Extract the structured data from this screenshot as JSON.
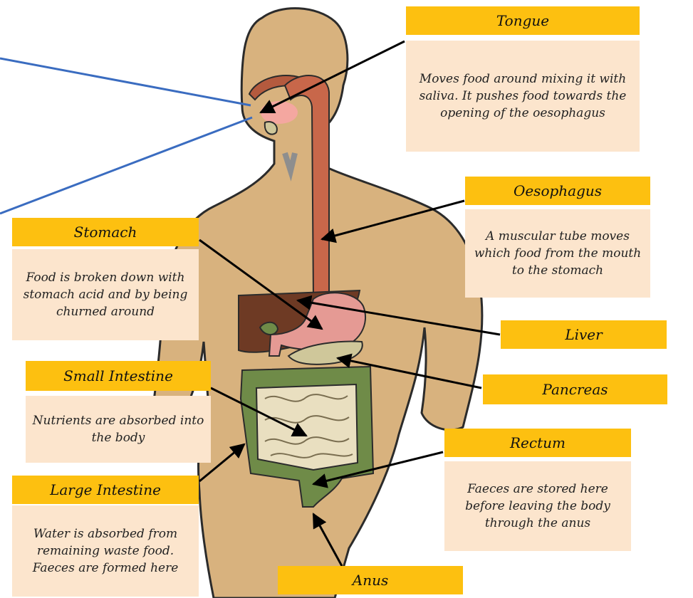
{
  "organs": {
    "tongue": {
      "title": "Tongue",
      "description": "Moves food around mixing it with saliva. It pushes food towards the opening of the oesophagus"
    },
    "oesophagus": {
      "title": "Oesophagus",
      "description": "A muscular tube moves which food from the mouth to the stomach"
    },
    "stomach": {
      "title": "Stomach",
      "description": "Food is broken down with stomach acid and by being churned around"
    },
    "liver": {
      "title": "Liver"
    },
    "pancreas": {
      "title": "Pancreas"
    },
    "small_intestine": {
      "title": "Small Intestine",
      "description": "Nutrients are absorbed into the body"
    },
    "rectum": {
      "title": "Rectum",
      "description": "Faeces are stored here before leaving the body through the anus"
    },
    "large_intestine": {
      "title": "Large Intestine",
      "description": "Water is absorbed from remaining waste food. Faeces are formed here"
    },
    "anus": {
      "title": "Anus"
    }
  },
  "colors": {
    "label_fill": "#FDC010",
    "description_fill": "#FCE5CD",
    "body_skin": "#D8B27E",
    "oesophagus": "#C8674A",
    "stomach": "#E59A94",
    "liver": "#6E3A24",
    "pancreas": "#CFC79A",
    "large_intestine": "#6F8B48",
    "small_intestine": "#E9DFC0",
    "pointer_line_blue": "#3A6CC0",
    "arrow_black": "#000000"
  }
}
